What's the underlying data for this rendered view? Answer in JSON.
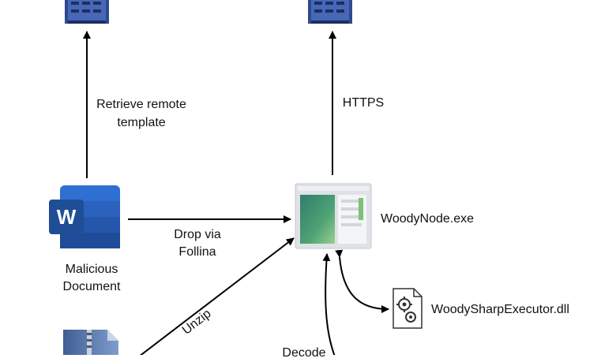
{
  "colors": {
    "server_dark": "#2f4a8c",
    "server_light": "#4767b8",
    "word_blue": "#2b5fb4",
    "word_dark": "#1f4e96",
    "arrow": "#000000",
    "window_frame": "#cfd3d8",
    "window_green": "#3a8a62"
  },
  "nodes": {
    "server_left": {
      "icon": "server-icon"
    },
    "server_right": {
      "icon": "server-icon"
    },
    "malicious_document": {
      "icon": "word-document-icon",
      "badge": "W",
      "label_line1": "Malicious",
      "label_line2": "Document"
    },
    "woodynode": {
      "icon": "application-window-icon",
      "label": "WoodyNode.exe"
    },
    "woodysharp": {
      "icon": "dll-gear-file-icon",
      "label": "WoodySharpExecutor.dll"
    },
    "zip_archive": {
      "icon": "zip-file-icon"
    }
  },
  "edges": {
    "retrieve_template": {
      "line1": "Retrieve remote",
      "line2": "template"
    },
    "https": {
      "label": "HTTPS"
    },
    "drop_via_follina": {
      "line1": "Drop via",
      "line2": "Follina"
    },
    "unzip": {
      "label": "Unzip"
    },
    "decode": {
      "label": "Decode"
    }
  }
}
